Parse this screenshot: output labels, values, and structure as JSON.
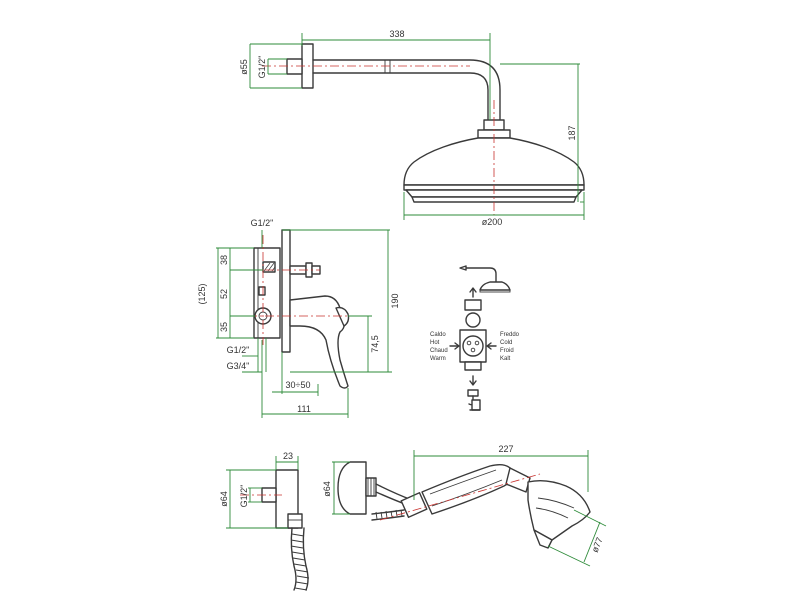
{
  "shower_head": {
    "width_338": "338",
    "dia_55": "ø55",
    "thread": "G1/2\"",
    "height_187": "187",
    "dia_200": "ø200"
  },
  "mixer": {
    "thread_top": "G1/2\"",
    "d38": "38",
    "d52": "52",
    "d35": "35",
    "d125": "(125)",
    "d190": "190",
    "d74_5": "74,5",
    "thread_mid": "G1/2\"",
    "thread_bottom": "G3/4\"",
    "d30_50": "30÷50",
    "d111": "111"
  },
  "flow": {
    "hot_1": "Caldo",
    "hot_2": "Hot",
    "hot_3": "Chaud",
    "hot_4": "Warm",
    "cold_1": "Freddo",
    "cold_2": "Cold",
    "cold_3": "Froid",
    "cold_4": "Kalt"
  },
  "wall_outlet": {
    "d23": "23",
    "dia_64": "ø64",
    "thread": "G1/2\""
  },
  "hand_shower": {
    "dia_64": "ø64",
    "length_227": "227",
    "dia_77": "ø77"
  }
}
